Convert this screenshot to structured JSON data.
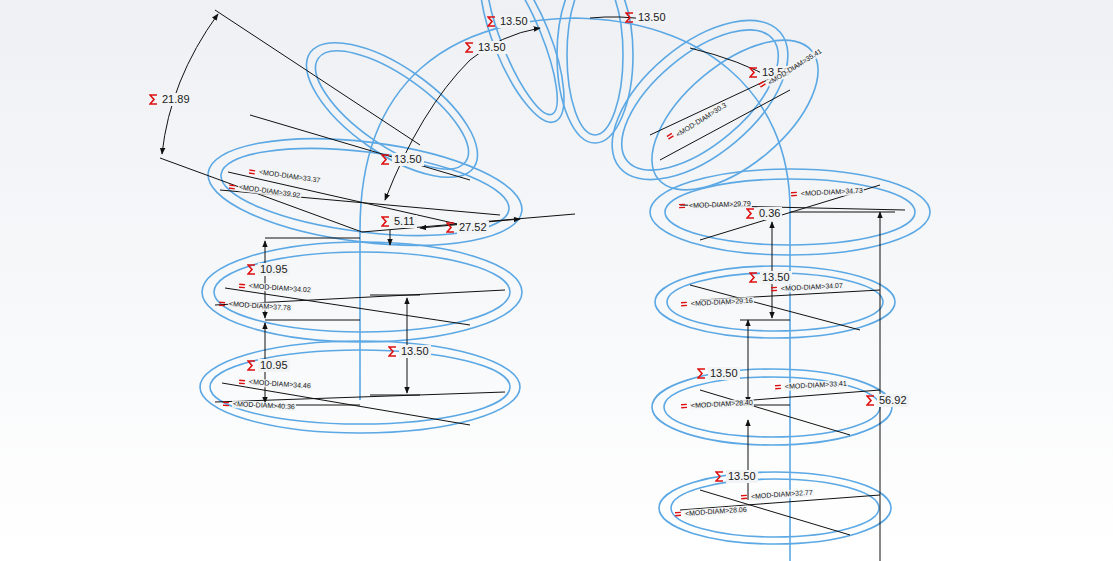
{
  "diagram": {
    "labels": [
      "21.89",
      "13.50",
      "13.50",
      "13.50",
      "13.50",
      "13.50",
      "5.11",
      "27.52",
      "10.95",
      "13.50",
      "10.95",
      "0.36",
      "13.50",
      "13.50",
      "56.92",
      "13.50",
      "<MOD-DIAM>33.37",
      "<MOD-DIAM>39.92",
      "<MOD-DIAM>34.02",
      "<MOD-DIAM>37.78",
      "<MOD-DIAM>34.46",
      "<MOD-DIAM>40.36",
      "<MOD-DIAM>29.79",
      "<MOD-DIAM>34.73",
      "<MOD-DIAM>34.07",
      "<MOD-DIAM>29.16",
      "<MOD-DIAM>33.41",
      "<MOD-DIAM>28.40",
      "<MOD-DIAM>32.77",
      "<MOD-DIAM>28.06",
      "<MOD-DIAM>30.3",
      "<MOD-DIAM>35.41"
    ]
  }
}
